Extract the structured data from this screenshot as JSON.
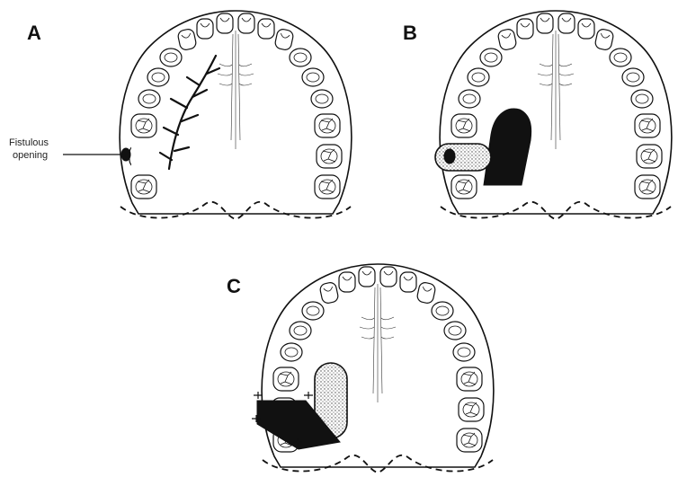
{
  "panels": [
    {
      "id": "A",
      "label": "A"
    },
    {
      "id": "B",
      "label": "B"
    },
    {
      "id": "C",
      "label": "C"
    }
  ],
  "callout": {
    "line1": "Fistulous",
    "line2": "opening"
  }
}
